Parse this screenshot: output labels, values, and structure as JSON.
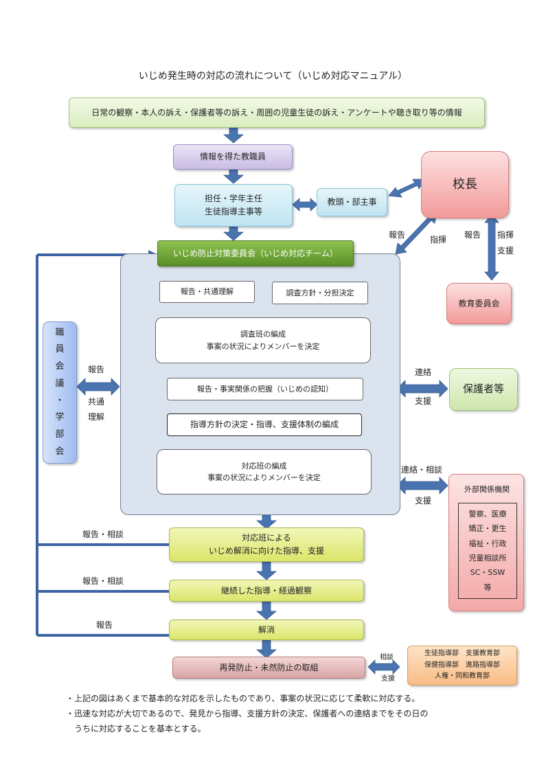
{
  "title": "いじめ発生時の対応の流れについて（いじめ対応マニュアル）",
  "boxes": {
    "info_sources": "日常の観察・本人の訴え・保護者等の訴え・周囲の児童生徒の訴え・アンケートや聴き取り等の情報",
    "staff": "情報を得た教職員",
    "homeroom_line1": "担任・学年主任",
    "homeroom_line2": "生徒指導主事等",
    "vice_principal": "教頭・部主事",
    "principal": "校長",
    "board": "教育委員会",
    "committee": "いじめ防止対策委員会（いじめ対応チーム）",
    "report_share": "報告・共通理解",
    "policy_split": "調査方針・分担決定",
    "survey_line1": "調査班の編成",
    "survey_line2": "事案の状況によりメンバーを決定",
    "fact_grasp": "報告・事実関係の把握（いじめの認知）",
    "guidance_decision": "指導方針の決定・指導、支援体制の編成",
    "response_line1": "対応班の編成",
    "response_line2": "事案の状況によりメンバーを決定",
    "staff_meeting": [
      "職",
      "員",
      "会",
      "議",
      "・",
      "学",
      "部",
      "会"
    ],
    "guardians": "保護者等",
    "external_title": "外部関係機関",
    "external_list": [
      "警察、医療",
      "矯正・更生",
      "福祉・行政",
      "児童相談所",
      "SC・SSW",
      "等"
    ],
    "resolve_line1": "対応班による",
    "resolve_line2": "いじめ解消に向けた指導、支援",
    "continued": "継続した指導・経過観察",
    "resolved": "解消",
    "prevention": "再発防止・未然防止の取組",
    "depts_line1": "生徒指導部　支援教育部",
    "depts_line2": "保健指導部　進路指導部",
    "depts_line3": "人権・同和教育部"
  },
  "labels": {
    "report_a": "報告",
    "direct_a": "指揮",
    "report_b": "報告",
    "direct_b": "指揮",
    "support_b": "支援",
    "meeting_report": "報告",
    "meeting_share1": "共通",
    "meeting_share2": "理解",
    "contact": "連絡",
    "support_g": "支援",
    "contact_consult": "連絡・相談",
    "support_e": "支援",
    "report_consult_1": "報告・相談",
    "report_consult_2": "報告・相談",
    "report_c": "報告",
    "consult": "相談",
    "support_d": "支援"
  },
  "notes": [
    "・上記の図はあくまで基本的な対応を示したものであり、事案の状況に応じて柔軟に対応する。",
    "・迅速な対応が大切であるので、発見から指導、支援方針の決定、保護者への連絡までをその日の",
    "　うちに対応することを基本とする。"
  ],
  "colors": {
    "arrow": "#4a74b0",
    "green": "#e3f2cc",
    "purple": "#d6cceb",
    "cyan": "#d2eef6",
    "red": "#f6b5b5",
    "lime": "#e6ef82",
    "committee": "#6fa334",
    "panel": "#dbe4ee",
    "orange": "#fbd0a4",
    "blue": "#b9cff3"
  }
}
